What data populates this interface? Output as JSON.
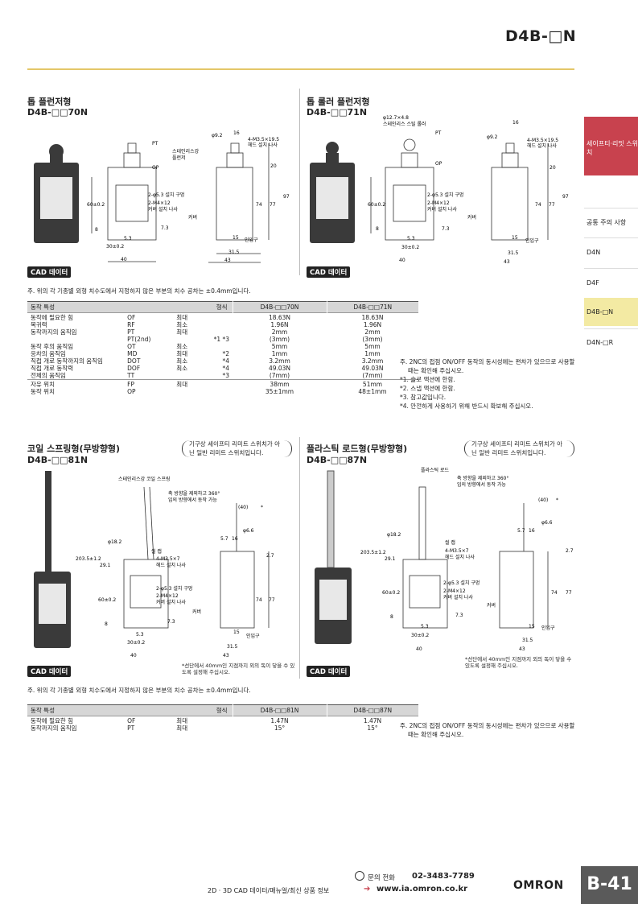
{
  "header": {
    "title": "D4B-□N"
  },
  "sections": {
    "s1": {
      "heading": "톱 플런저형",
      "model": "D4B-□□70N"
    },
    "s2": {
      "heading": "톱 롤러 플런저형",
      "model": "D4B-□□71N"
    },
    "s3": {
      "heading": "코일 스프링형(무방향형)",
      "model": "D4B-□□81N"
    },
    "s4": {
      "heading": "플라스틱 로드형(무방향형)",
      "model": "D4B-□□87N"
    }
  },
  "labels": {
    "cad": "CAD 데이터",
    "bracket_note": "기구상 세이프티 리미트 스위치가 아닌 일반 리미트 스위치입니다.",
    "tol_note": "주. 위의 각 기종별 외형 치수도에서 지정하지 않은 부분의 치수 공차는 ±0.4mm입니다.",
    "fig_notes": {
      "stainless_plunger": "스테인리스강 플런저",
      "pt": "PT",
      "op": "OP",
      "phi92": "φ9.2",
      "screw": "4-M3.5×19.5 헤드 설치 나사",
      "hole": "2-φ5.3 설치 구멍",
      "screw2": "2-M4×12 커버 설치 나사",
      "cover": "커버",
      "inlet": "인입구",
      "roller": "φ12.7×4.8 스테인리스 스틸 롤러",
      "coil_spring": "스테인리스강 코일 스프링",
      "plastic_rod": "플라스틱 로드",
      "direction": "축 방향을 제외하고 360° 임의 방향에서 동작 가능",
      "phi182": "φ18.2",
      "seal": "씰 캡",
      "screw3": "4-M3.5×7 헤드 설치 나사",
      "phi66": "φ6.6",
      "tip_note": "*선단에서 40mm인 지점까지 외의 독이 닿을 수 있도록 설정해 주십시오."
    },
    "dims": {
      "d16": "16",
      "d20": "20",
      "d97": "97",
      "d74": "74",
      "d77": "77",
      "d60": "60±0.2",
      "d8": "8",
      "d53": "5.3",
      "d30": "30±0.2",
      "d73": "7.3",
      "d40": "40",
      "d15": "15",
      "d315": "31.5",
      "d43": "43",
      "d2035": "203.5±1.2",
      "d291": "29.1",
      "d27": "2.7",
      "d57": "5.7",
      "d40b": "(40)"
    }
  },
  "table1": {
    "headers": [
      "동작 특성",
      "형식",
      "D4B-□□70N",
      "D4B-□□71N"
    ],
    "rows": [
      {
        "name": "동작에 필요한 힘",
        "code": "OF",
        "cond": "최대",
        "mark": "",
        "v1": "18.63N",
        "v2": "18.63N",
        "grp": true
      },
      {
        "name": "복귀력",
        "code": "RF",
        "cond": "최소",
        "mark": "",
        "v1": "1.96N",
        "v2": "1.96N"
      },
      {
        "name": "동작까지의 움직임",
        "code": "PT",
        "cond": "최대",
        "mark": "",
        "v1": "2mm",
        "v2": "2mm"
      },
      {
        "name": "",
        "code": "PT(2nd)",
        "cond": "",
        "mark": "*1 *3",
        "v1": "(3mm)",
        "v2": "(3mm)"
      },
      {
        "name": "동작 후의 움직임",
        "code": "OT",
        "cond": "최소",
        "mark": "",
        "v1": "5mm",
        "v2": "5mm"
      },
      {
        "name": "응차의 움직임",
        "code": "MD",
        "cond": "최대",
        "mark": "*2",
        "v1": "1mm",
        "v2": "1mm"
      },
      {
        "name": "직접 개로 동작까지의 움직임",
        "code": "DOT",
        "cond": "최소",
        "mark": "*4",
        "v1": "3.2mm",
        "v2": "3.2mm"
      },
      {
        "name": "직접 개로 동작력",
        "code": "DOF",
        "cond": "최소",
        "mark": "*4",
        "v1": "49.03N",
        "v2": "49.03N"
      },
      {
        "name": "전체의 움직임",
        "code": "TT",
        "cond": "",
        "mark": "*3",
        "v1": "(7mm)",
        "v2": "(7mm)"
      },
      {
        "name": "자유 위치",
        "code": "FP",
        "cond": "최대",
        "mark": "",
        "v1": "38mm",
        "v2": "51mm",
        "grp": true
      },
      {
        "name": "동작 위치",
        "code": "OP",
        "cond": "",
        "mark": "",
        "v1": "35±1mm",
        "v2": "48±1mm"
      }
    ],
    "notes": [
      "주. 2NC의 접점 ON/OFF 동작의 동시성에는 편차가 있으므로 사용할 때는 확인해 주십시오.",
      "*1. 슬로 액션에 한함.",
      "*2. 스냅 액션에 한함.",
      "*3. 참고값입니다.",
      "*4. 안전하게 사용하기 위해 반드시 확보해 주십시오."
    ]
  },
  "table2": {
    "headers": [
      "동작 특성",
      "형식",
      "D4B-□□81N",
      "D4B-□□87N"
    ],
    "rows": [
      {
        "name": "동작에 필요한 힘",
        "code": "OF",
        "cond": "최대",
        "mark": "",
        "v1": "1.47N",
        "v2": "1.47N",
        "grp": true
      },
      {
        "name": "동작까지의 움직임",
        "code": "PT",
        "cond": "최대",
        "mark": "",
        "v1": "15°",
        "v2": "15°"
      }
    ],
    "notes": [
      "주. 2NC의 접점 ON/OFF 동작의 동시성에는 편차가 있으므로 사용할 때는 확인해 주십시오."
    ]
  },
  "sidebar": {
    "active": "세이프티·리밋 스위치",
    "items": [
      "공통 주의 사항",
      "D4N",
      "D4F",
      "D4B-□N",
      "D4N-□R"
    ]
  },
  "footer": {
    "phone_label": "문의 전화",
    "phone": "02-3483-7789",
    "cad_text": "2D · 3D CAD 데이터/매뉴얼/최신 상품 정보",
    "url": "www.ia.omron.co.kr",
    "brand": "OMRON",
    "page": "B-41"
  }
}
